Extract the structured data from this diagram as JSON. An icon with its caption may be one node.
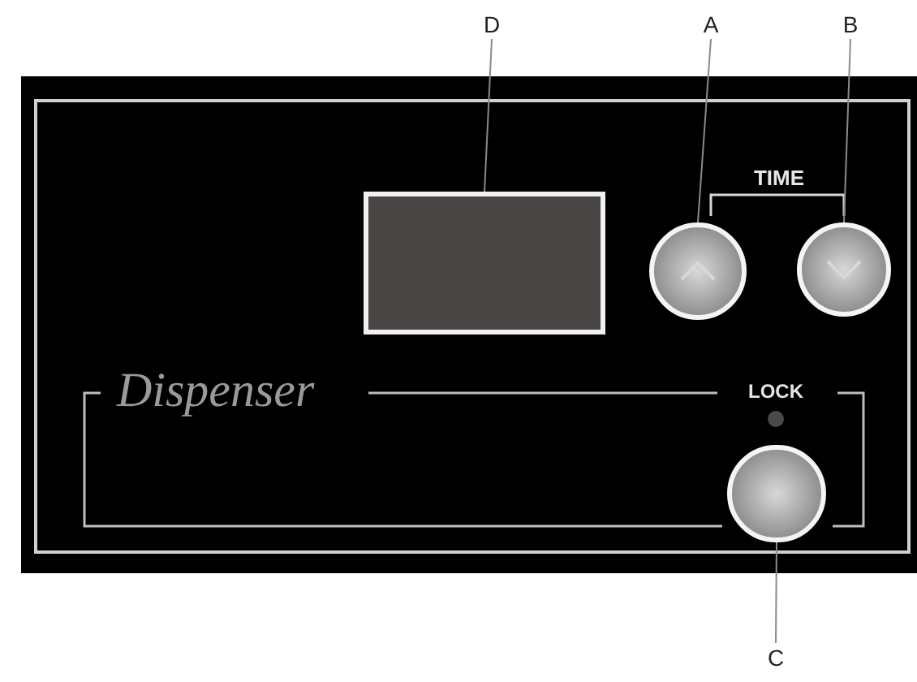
{
  "diagram": {
    "nodes": [
      {
        "text": [
          "D"
        ]
      },
      {
        "text": [
          "A"
        ]
      },
      {
        "text": [
          "B"
        ]
      },
      {
        "text": [
          "C"
        ]
      },
      {
        "text": [],
        "shape": "box"
      },
      {
        "text": [],
        "shape": "circle"
      },
      {
        "text": [],
        "shape": "circle"
      },
      {
        "text": [],
        "shape": "circle"
      }
    ],
    "edges": [
      {
        "from": 0,
        "to": 4,
        "arrow": "none"
      },
      {
        "from": 1,
        "to": 5,
        "arrow": "none"
      },
      {
        "from": 2,
        "to": 6,
        "arrow": "none"
      },
      {
        "from": 3,
        "to": 7,
        "arrow": "none"
      }
    ],
    "labels": [
      "TIME",
      "Dispenser",
      "LOCK"
    ]
  }
}
